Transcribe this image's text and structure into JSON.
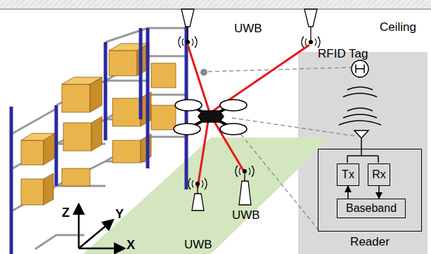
{
  "diagram": {
    "nodes": [
      {
        "text": [
          "Reader"
        ]
      },
      {
        "text": [
          "Tx"
        ],
        "in": 0
      },
      {
        "text": [
          "Rx"
        ],
        "in": 0
      },
      {
        "text": [
          "Baseband"
        ],
        "in": 0
      }
    ],
    "edges": [
      {
        "from": 3,
        "to": 1,
        "arrow": "to"
      },
      {
        "from": 2,
        "to": 3,
        "arrow": "to"
      }
    ],
    "labels": [
      "UWB",
      "Ceiling",
      "RFID Tag",
      "UWB",
      "UWB",
      "Z",
      "Y",
      "X"
    ]
  }
}
